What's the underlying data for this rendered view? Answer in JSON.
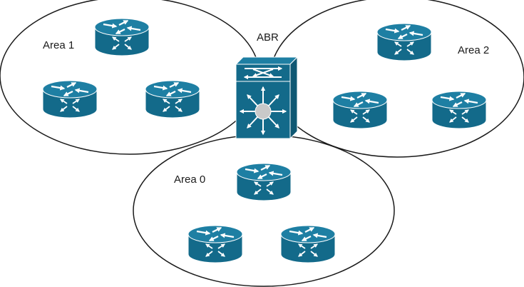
{
  "diagram": {
    "labels": {
      "area1": "Area 1",
      "area2": "Area 2",
      "area0": "Area 0",
      "abr": "ABR"
    },
    "areas": [
      {
        "name": "Area 1",
        "router_count": 3
      },
      {
        "name": "Area 2",
        "router_count": 3
      },
      {
        "name": "Area 0",
        "router_count": 3
      }
    ],
    "devices": {
      "router_icon": "router-icon",
      "switch_icon": "multilayer-switch-icon"
    },
    "colors": {
      "device_fill": "#136a8a",
      "device_top": "#1e7fa3",
      "device_side": "#0f5873",
      "device_arrow": "#ffffff",
      "ellipse_stroke": "#1a1a1a",
      "switch_hub": "#c9c9c9"
    }
  }
}
